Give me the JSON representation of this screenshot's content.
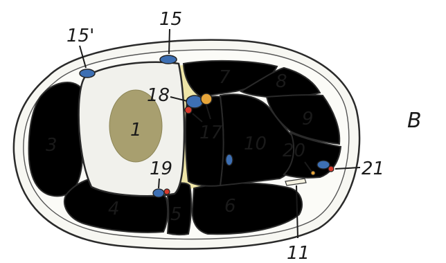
{
  "panel_letter": "B",
  "colors": {
    "skin_fill": "#f7f7f2",
    "muscle": "#d2553e",
    "muscle_shade": "#b8432f",
    "bone_cortex": "#f1f1ec",
    "bone_marrow": "#a89f6f",
    "fat": "#efe6a8",
    "vein": "#3d6fb3",
    "artery": "#d83a2c",
    "nerve": "#e6a53a"
  },
  "labels": {
    "l1": "1",
    "l3": "3",
    "l4": "4",
    "l5": "5",
    "l6": "6",
    "l7": "7",
    "l8": "8",
    "l9": "9",
    "l10": "10",
    "l11": "11",
    "l15": "15",
    "l15p": "15'",
    "l17": "17",
    "l18": "18",
    "l19": "19",
    "l20": "20",
    "l21": "21"
  }
}
